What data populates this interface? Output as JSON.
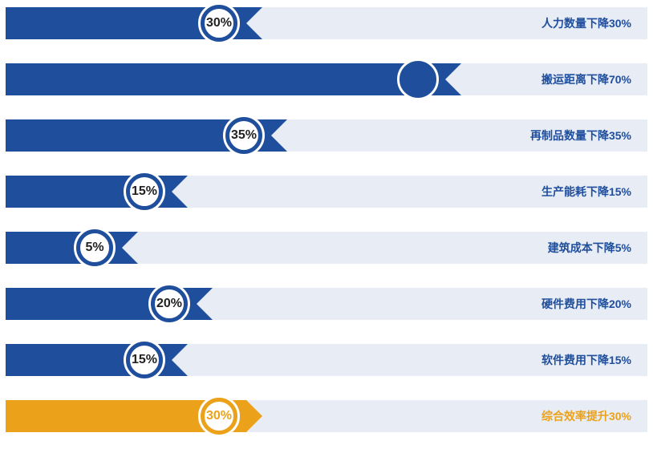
{
  "chart_data": {
    "type": "bar",
    "orientation": "horizontal",
    "xlim": [
      0,
      100
    ],
    "colors": {
      "primary": "#1f4e9c",
      "highlight": "#eba21a",
      "track": "#e7ecf5"
    },
    "rows": [
      {
        "label": "人力数量下降30%",
        "value": 30,
        "badge": "30%",
        "highlight": false
      },
      {
        "label": "搬运距离下降70%",
        "value": 70,
        "badge": "",
        "highlight": false
      },
      {
        "label": "再制品数量下降35%",
        "value": 35,
        "badge": "35%",
        "highlight": false
      },
      {
        "label": "生产能耗下降15%",
        "value": 15,
        "badge": "15%",
        "highlight": false
      },
      {
        "label": "建筑成本下降5%",
        "value": 5,
        "badge": "5%",
        "highlight": false
      },
      {
        "label": "硬件费用下降20%",
        "value": 20,
        "badge": "20%",
        "highlight": false
      },
      {
        "label": "软件费用下降15%",
        "value": 15,
        "badge": "15%",
        "highlight": false
      },
      {
        "label": "综合效率提升30%",
        "value": 30,
        "badge": "30%",
        "highlight": true
      }
    ]
  }
}
